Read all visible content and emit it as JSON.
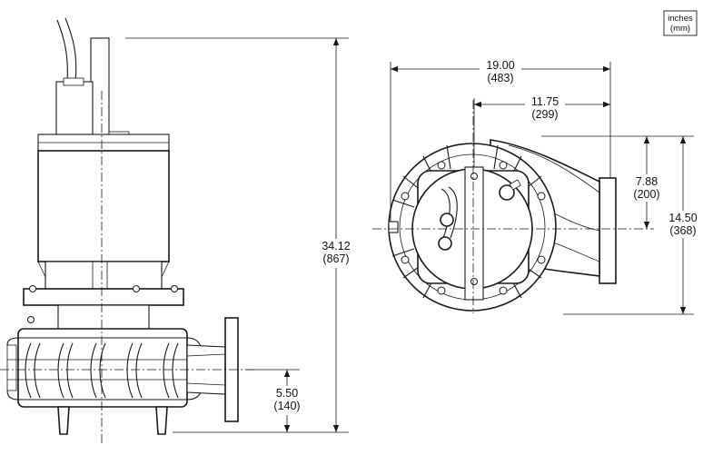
{
  "legend": {
    "line1": "inches",
    "line2": "(mm)"
  },
  "dimensions": {
    "overall_height": {
      "in": "34.12",
      "mm": "(867)"
    },
    "discharge_height": {
      "in": "5.50",
      "mm": "(140)"
    },
    "overall_width": {
      "in": "19.00",
      "mm": "(483)"
    },
    "center_to_discharge": {
      "in": "11.75",
      "mm": "(299)"
    },
    "center_to_top": {
      "in": "7.88",
      "mm": "(200)"
    },
    "overall_depth": {
      "in": "14.50",
      "mm": "(368)"
    }
  }
}
